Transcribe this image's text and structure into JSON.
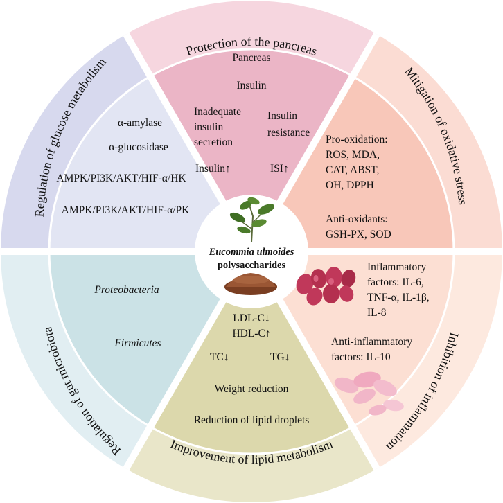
{
  "center": {
    "line1": "Eucommia ulmoides",
    "line2": "polysaccharides"
  },
  "sections": [
    {
      "id": "pancreas",
      "ring_title": "Protection of the pancreas",
      "outer_color": "#f6d6df",
      "inner_color": "#ebb5c6",
      "lines": [
        "Pancreas",
        "Insulin",
        "Inadequate",
        "insulin",
        "secretion",
        "Insulin",
        "resistance",
        "Insulin↑",
        "ISI↑"
      ]
    },
    {
      "id": "oxidative",
      "ring_title": "Mitigation of oxidative stress",
      "outer_color": "#fbdcd3",
      "inner_color": "#f8c7b9",
      "lines": [
        "Pro-oxidation:",
        "ROS, MDA,",
        "CAT, ABST,",
        "OH, DPPH",
        "Anti-oxidants:",
        "GSH-PX, SOD"
      ]
    },
    {
      "id": "inflammation",
      "ring_title": "Inhibition of inflammation",
      "outer_color": "#fde9df",
      "inner_color": "#fcdfd3",
      "lines": [
        "Inflammatory",
        "factors: IL-6,",
        "TNF-α, IL-1β,",
        "IL-8",
        "Anti-inflammatory",
        "factors: IL-10"
      ]
    },
    {
      "id": "lipid",
      "ring_title": "Improvement of lipid metabolism",
      "outer_color": "#e9e6c9",
      "inner_color": "#dcd8ac",
      "lines": [
        "LDL-C↓",
        "HDL-C↑",
        "TC↓",
        "TG↓",
        "Weight reduction",
        "Reduction of lipid droplets"
      ]
    },
    {
      "id": "gut",
      "ring_title": "Regulation of gut microbiota",
      "outer_color": "#e1eef2",
      "inner_color": "#cbe2e6",
      "lines": [
        "Proteobacteria",
        "Firmicutes"
      ]
    },
    {
      "id": "glucose",
      "ring_title": "Regulation of glucose metabolism",
      "outer_color": "#d7d9ee",
      "inner_color": "#e2e5f3",
      "lines": [
        "α-amylase",
        "α-glucosidase",
        "AMPK/PI3K/AKT/HIF-α/HK",
        "AMPK/PI3K/AKT/HIF-α/PK"
      ]
    }
  ],
  "colors": {
    "divider": "#ffffff",
    "cell_red": "#c0385a",
    "cell_pink": "#f1b6c8",
    "powder": "#8b4b2e",
    "leaf": "#4a7a2a"
  }
}
